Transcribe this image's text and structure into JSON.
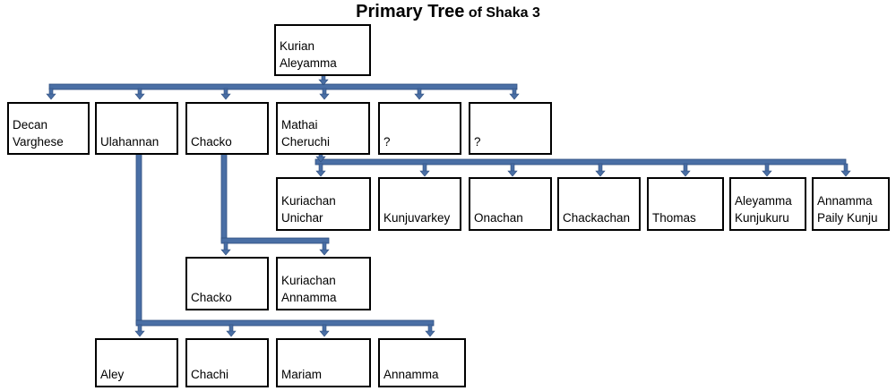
{
  "title": {
    "main": "Primary Tree",
    "sub": "of Shaka 3"
  },
  "nodes": {
    "root": {
      "lines": [
        "Kurian",
        "Aleyamma"
      ]
    },
    "decan": {
      "lines": [
        "Decan",
        "Varghese"
      ]
    },
    "ulahannan": {
      "lines": [
        "Ulahannan"
      ]
    },
    "chacko": {
      "lines": [
        "Chacko"
      ]
    },
    "mathai": {
      "lines": [
        "Mathai",
        "Cheruchi"
      ]
    },
    "unknown1": {
      "lines": [
        "?"
      ]
    },
    "unknown2": {
      "lines": [
        "?"
      ]
    },
    "kuriachan1": {
      "lines": [
        "Kuriachan",
        "Unichar"
      ]
    },
    "kunjuvarkey": {
      "lines": [
        "Kunjuvarkey"
      ]
    },
    "onachan": {
      "lines": [
        "Onachan"
      ]
    },
    "chackachan": {
      "lines": [
        "Chackachan"
      ]
    },
    "thomas": {
      "lines": [
        "Thomas"
      ]
    },
    "aleyamma": {
      "lines": [
        "Aleyamma",
        "Kunjukuru"
      ]
    },
    "annamma1": {
      "lines": [
        "Annamma",
        "Paily Kunju"
      ]
    },
    "chacko2": {
      "lines": [
        "Chacko"
      ]
    },
    "kuriachan2": {
      "lines": [
        "Kuriachan",
        "Annamma"
      ]
    },
    "aley": {
      "lines": [
        "Aley"
      ]
    },
    "chachi": {
      "lines": [
        "Chachi"
      ]
    },
    "mariam": {
      "lines": [
        "Mariam"
      ]
    },
    "annamma2": {
      "lines": [
        "Annamma"
      ]
    }
  },
  "colors": {
    "connector": "#4a6fa5",
    "connector_edge": "#2f4f7f",
    "box_border": "#000000"
  }
}
